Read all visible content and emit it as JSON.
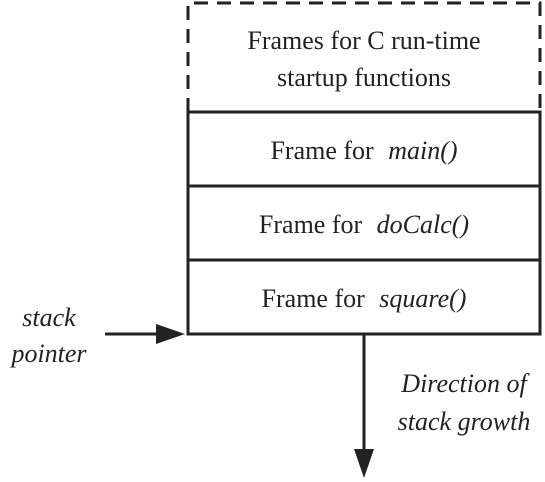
{
  "stack": {
    "startup": {
      "line1": "Frames for C run-time",
      "line2": "startup functions"
    },
    "main": {
      "prefix": "Frame for",
      "func": "main()"
    },
    "docalc": {
      "prefix": "Frame for",
      "func": "doCalc()"
    },
    "square": {
      "prefix": "Frame for",
      "func": "square()"
    }
  },
  "pointer": {
    "line1": "stack",
    "line2": "pointer"
  },
  "growth": {
    "line1": "Direction of",
    "line2": "stack growth"
  },
  "colors": {
    "ink": "#222222",
    "background": "#ffffff"
  }
}
